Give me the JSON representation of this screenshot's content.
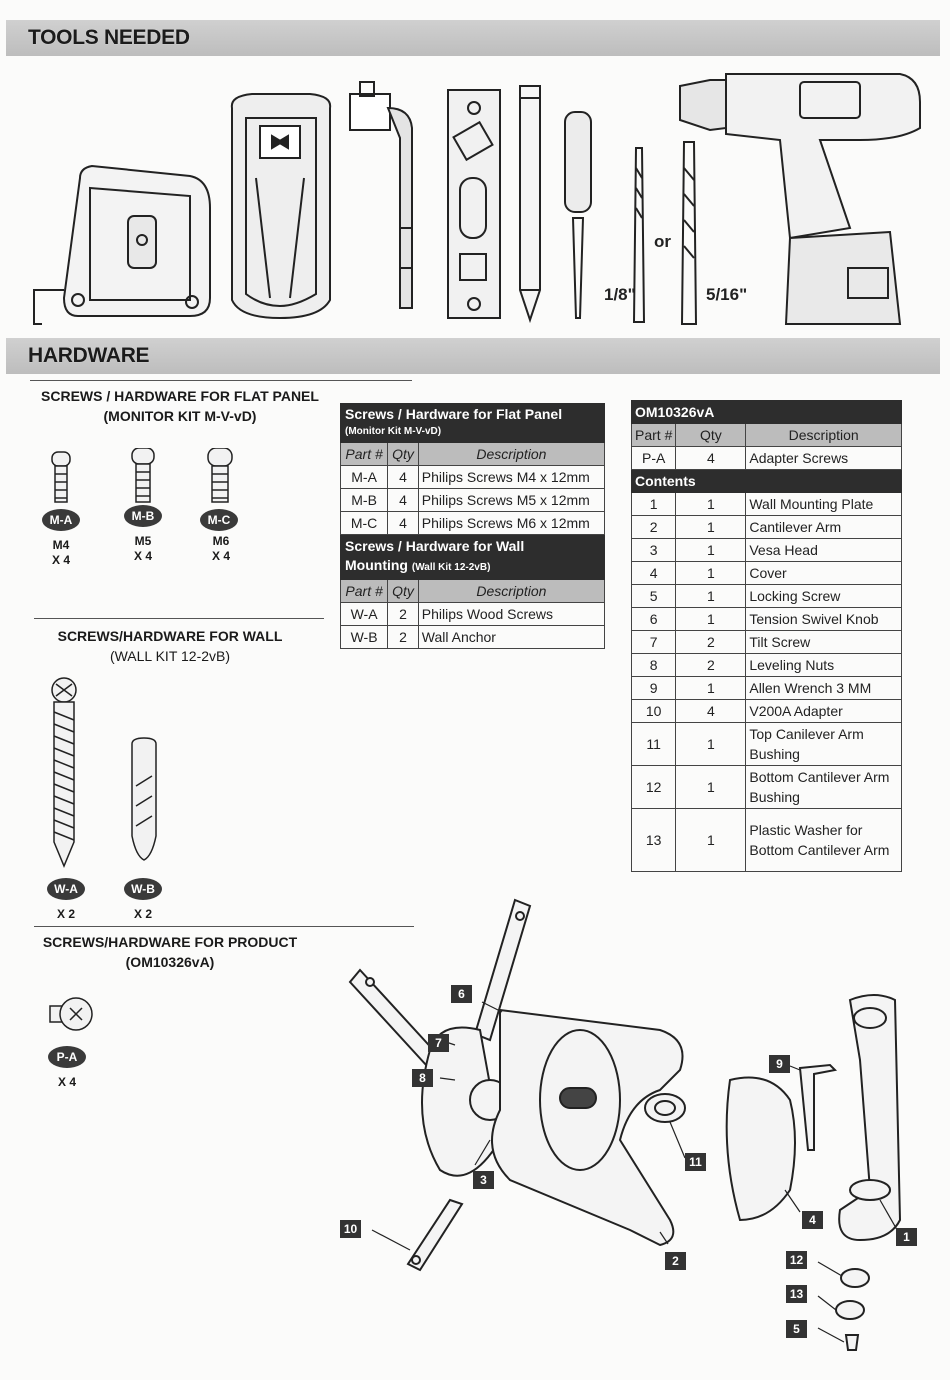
{
  "tools": {
    "header": "TOOLS NEEDED",
    "drill_bit_small": "1/8\"",
    "drill_bit_or": "or",
    "drill_bit_large": "5/16\""
  },
  "hardware": {
    "header": "HARDWARE",
    "flat_panel": {
      "title": "SCREWS / HARDWARE FOR FLAT PANEL",
      "subtitle": "(MONITOR KIT M-V-vD)",
      "items": [
        {
          "code": "M-A",
          "size": "M4",
          "qty": "X 4"
        },
        {
          "code": "M-B",
          "size": "M5",
          "qty": "X 4"
        },
        {
          "code": "M-C",
          "size": "M6",
          "qty": "X 4"
        }
      ]
    },
    "wall": {
      "title": "SCREWS/HARDWARE FOR WALL",
      "subtitle": "(WALL KIT 12-2vB)",
      "items": [
        {
          "code": "W-A",
          "qty": "X 2"
        },
        {
          "code": "W-B",
          "qty": "X 2"
        }
      ]
    },
    "product": {
      "title": "SCREWS/HARDWARE FOR PRODUCT",
      "subtitle": "(OM10326vA)",
      "items": [
        {
          "code": "P-A",
          "qty": "X 4"
        }
      ]
    }
  },
  "flat_table": {
    "title": "Screws / Hardware for Flat Panel",
    "subtitle": "(Monitor Kit M-V-vD)",
    "cols": [
      "Part #",
      "Qty",
      "Description"
    ],
    "rows": [
      [
        "M-A",
        "4",
        "Philips Screws M4 x 12mm"
      ],
      [
        "M-B",
        "4",
        "Philips Screws M5 x 12mm"
      ],
      [
        "M-C",
        "4",
        "Philips Screws M6 x 12mm"
      ]
    ],
    "wall_title": "Screws / Hardware for Wall",
    "wall_title2": "Mounting",
    "wall_subtitle": "(Wall Kit 12-2vB)",
    "wall_cols": [
      "Part #",
      "Qty",
      "Description"
    ],
    "wall_rows": [
      [
        "W-A",
        "2",
        "Philips Wood Screws"
      ],
      [
        "W-B",
        "2",
        "Wall Anchor"
      ]
    ]
  },
  "om_table": {
    "title": "OM10326vA",
    "cols": [
      "Part #",
      "Qty",
      "Description"
    ],
    "rows": [
      [
        "P-A",
        "4",
        "Adapter Screws"
      ]
    ],
    "contents_label": "Contents",
    "contents": [
      [
        "1",
        "1",
        "Wall Mounting Plate"
      ],
      [
        "2",
        "1",
        "Cantilever Arm"
      ],
      [
        "3",
        "1",
        "Vesa Head"
      ],
      [
        "4",
        "1",
        "Cover"
      ],
      [
        "5",
        "1",
        "Locking Screw"
      ],
      [
        "6",
        "1",
        "Tension Swivel Knob"
      ],
      [
        "7",
        "2",
        "Tilt Screw"
      ],
      [
        "8",
        "2",
        "Leveling Nuts"
      ],
      [
        "9",
        "1",
        "Allen Wrench 3 MM"
      ],
      [
        "10",
        "4",
        "V200A Adapter"
      ],
      [
        "11",
        "1",
        "Top Canilever Arm Bushing"
      ],
      [
        "12",
        "1",
        "Bottom Cantilever Arm Bushing"
      ],
      [
        "13",
        "1",
        "Plastic Washer for Bottom Cantilever Arm"
      ]
    ]
  },
  "callouts": [
    "6",
    "7",
    "8",
    "3",
    "10",
    "2",
    "11",
    "9",
    "4",
    "1",
    "12",
    "13",
    "5"
  ]
}
